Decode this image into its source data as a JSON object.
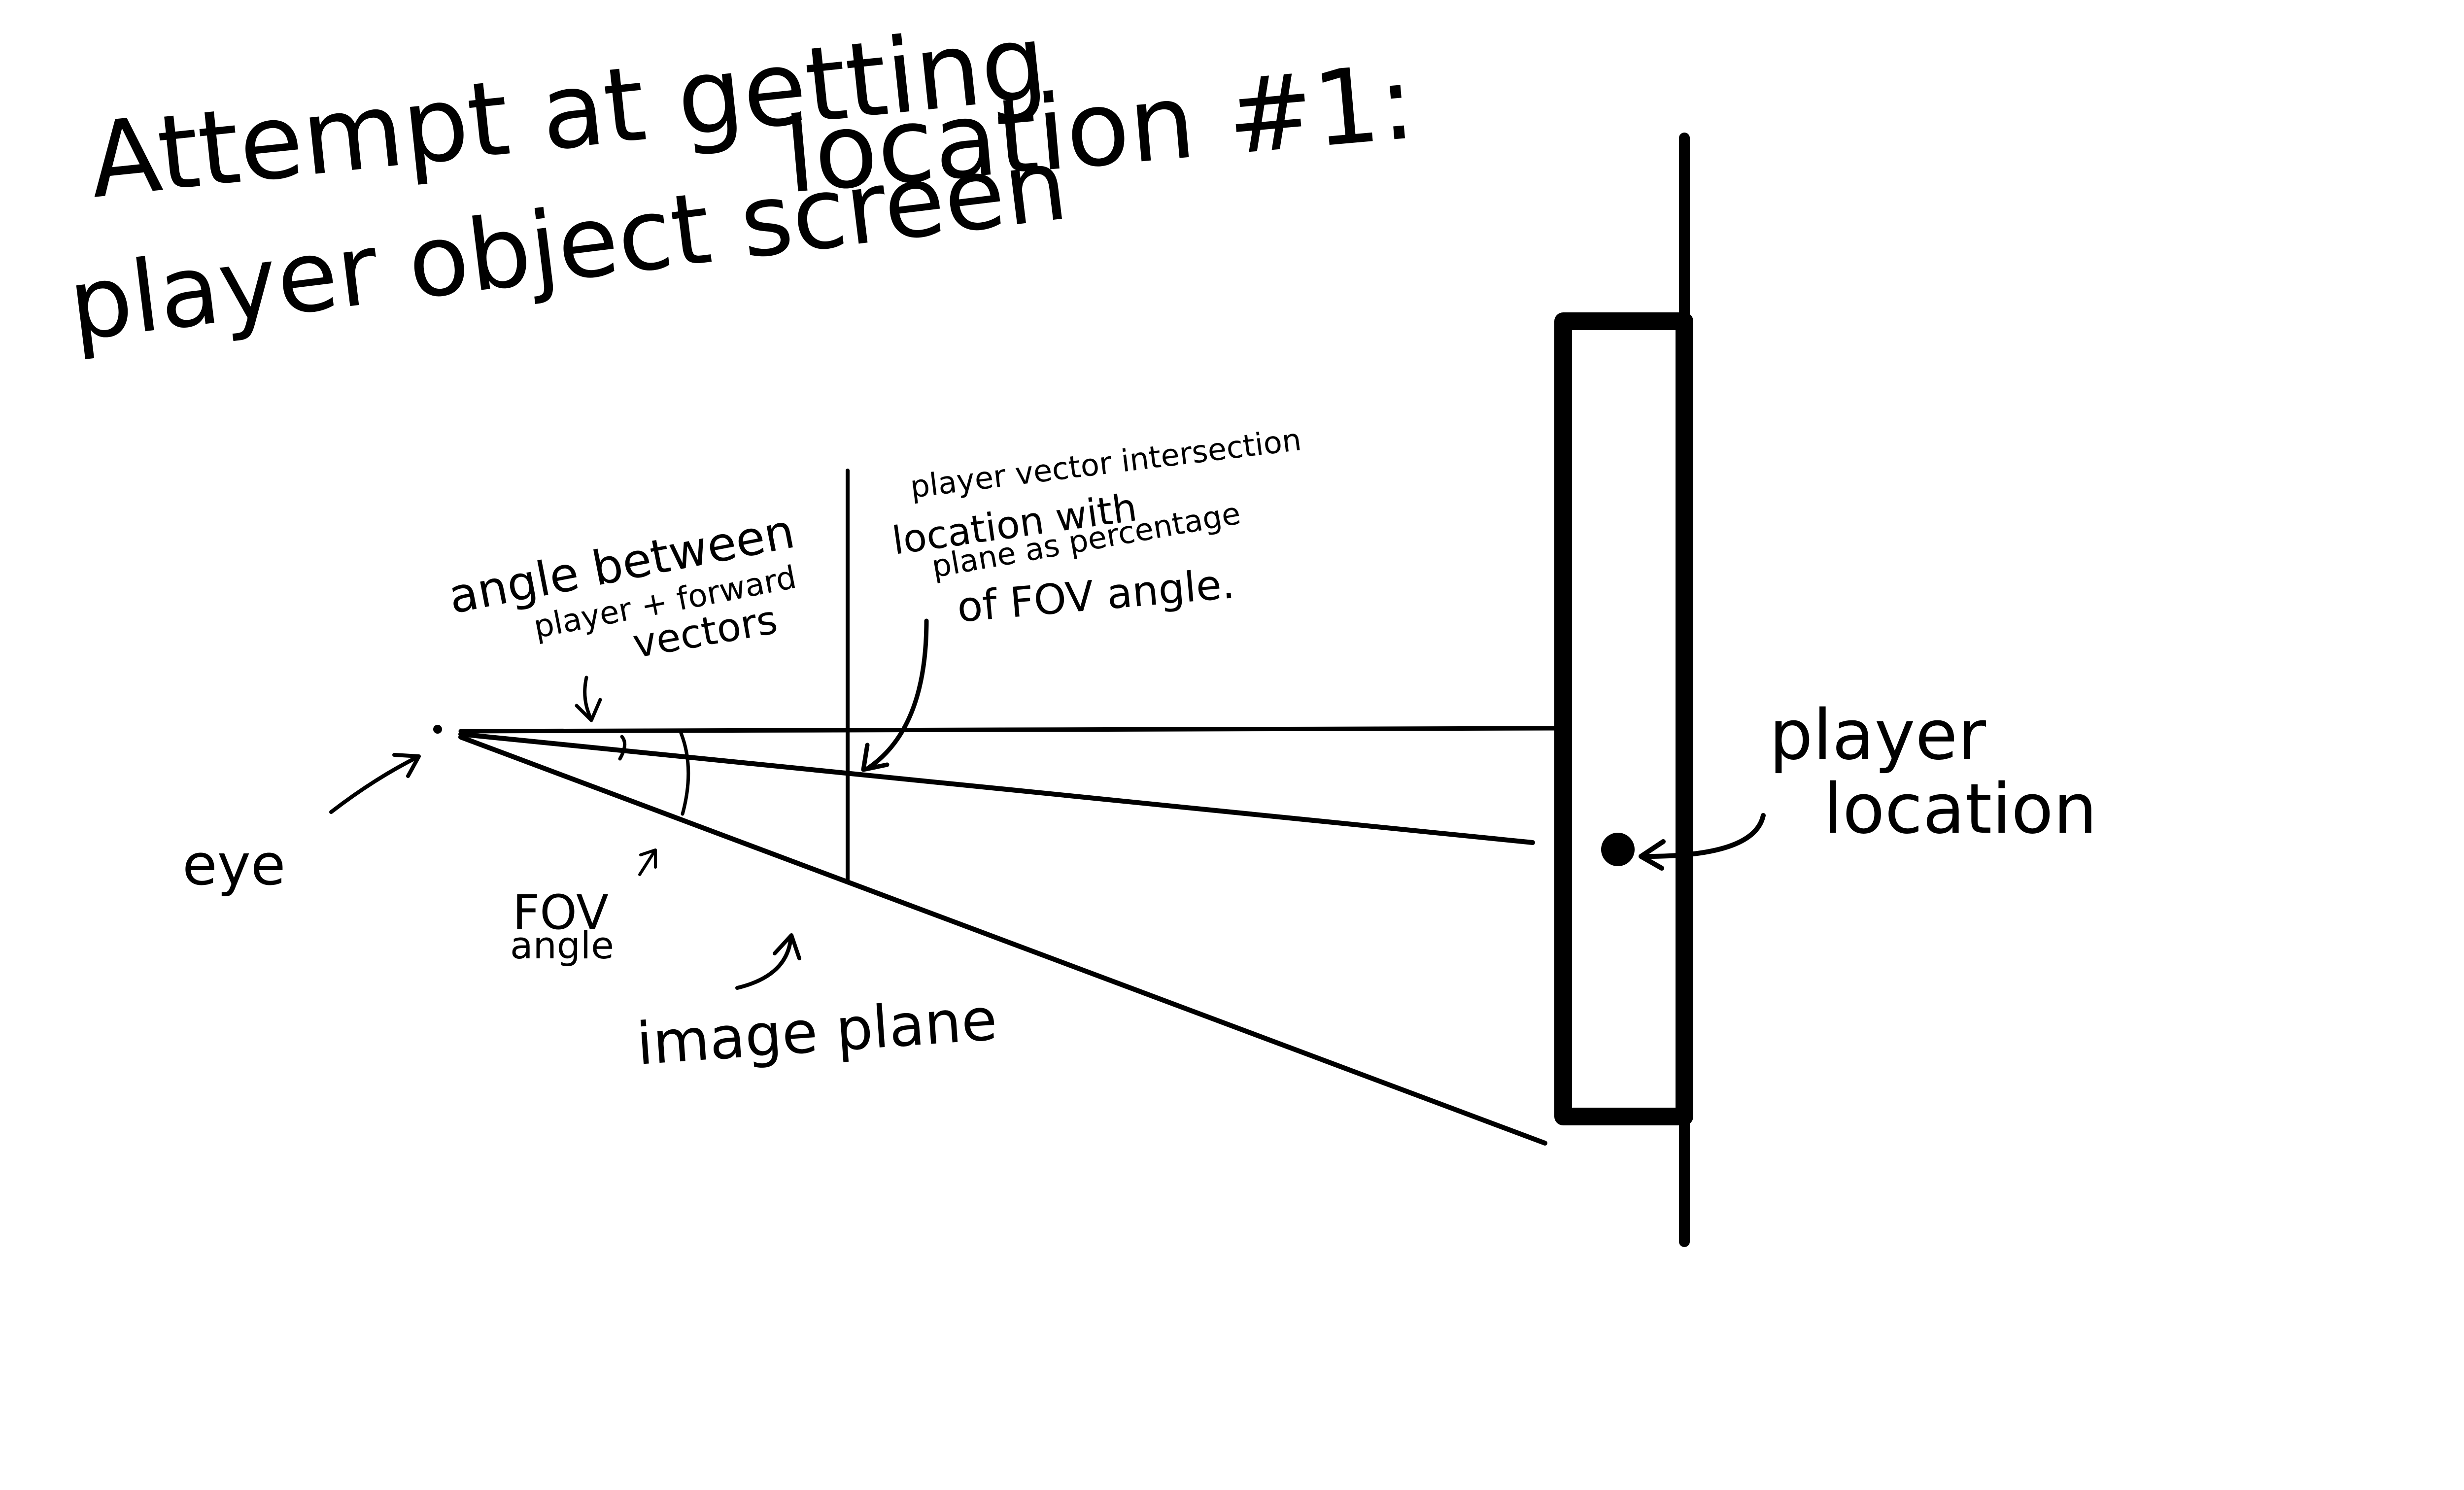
{
  "title": {
    "line1_part1": "Attempt at getting",
    "line1_part2": "location #1:",
    "line2": "player object screen"
  },
  "labels": {
    "eye": "eye",
    "angle_between_1": "angle between",
    "angle_between_2": "player + forward",
    "angle_between_3": "vectors",
    "intersection_1": "player vector intersection",
    "intersection_2": "location with",
    "intersection_3": "plane as percentage",
    "intersection_4": "of FOV angle.",
    "fov_1": "FOV",
    "fov_2": "angle",
    "image_plane": "image plane",
    "player_location_1": "player",
    "player_location_2": "location"
  },
  "colors": {
    "ink": "#000000",
    "paper": "#ffffff"
  }
}
